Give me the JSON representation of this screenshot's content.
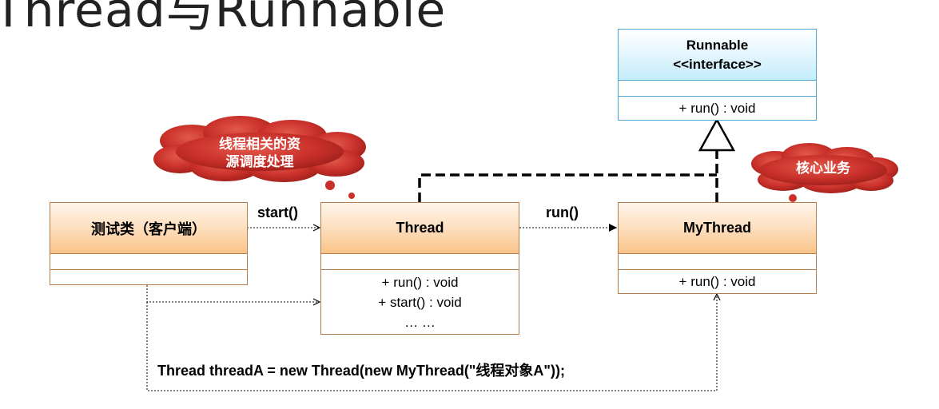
{
  "title": "Thread与Runnable",
  "boxes": {
    "client": {
      "name": "测试类（客户端）"
    },
    "thread": {
      "name": "Thread",
      "ops": [
        "+ run() : void",
        "+ start() : void",
        "… …"
      ]
    },
    "mythread": {
      "name": "MyThread",
      "ops": [
        "+ run() : void"
      ]
    },
    "runnable": {
      "name": "Runnable",
      "stereotype": "<<interface>>",
      "ops": [
        "+ run() : void"
      ]
    }
  },
  "labels": {
    "start": "start()",
    "run": "run()"
  },
  "clouds": {
    "thread_note": [
      "线程相关的资",
      "源调度处理"
    ],
    "mythread_note": "核心业务"
  },
  "code": "Thread threadA = new Thread(new MyThread(\"线程对象A\"));"
}
